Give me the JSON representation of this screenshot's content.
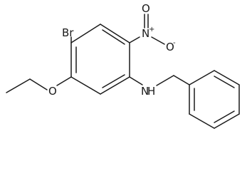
{
  "molecule": {
    "atoms": {
      "bromine": "Br",
      "nitro_nitrogen": "N",
      "nitro_nitrogen_charge": "+",
      "nitro_oxygen_double": "O",
      "nitro_oxygen_single": "O",
      "nitro_oxygen_charge": "-",
      "ether_oxygen": "O",
      "amine": "N",
      "amine_hydrogen": "H"
    }
  }
}
